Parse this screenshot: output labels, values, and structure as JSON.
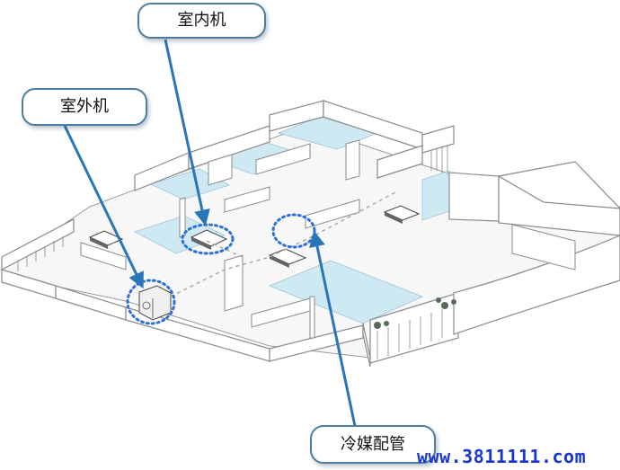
{
  "callouts": {
    "indoor_unit": "室内机",
    "outdoor_unit": "室外机",
    "refrigerant_piping": "冷媒配管"
  },
  "watermark": "www.3811111.com",
  "colors": {
    "wall_fill": "#ffffff",
    "wall_stroke": "#8a8a8a",
    "floor_blue": "#cfe9f3",
    "pointer_blue": "#2a74b8",
    "dotted_ring": "#2f6fd8",
    "callout_border": "#4f7da0",
    "watermark_blue": "#1a36d0"
  }
}
